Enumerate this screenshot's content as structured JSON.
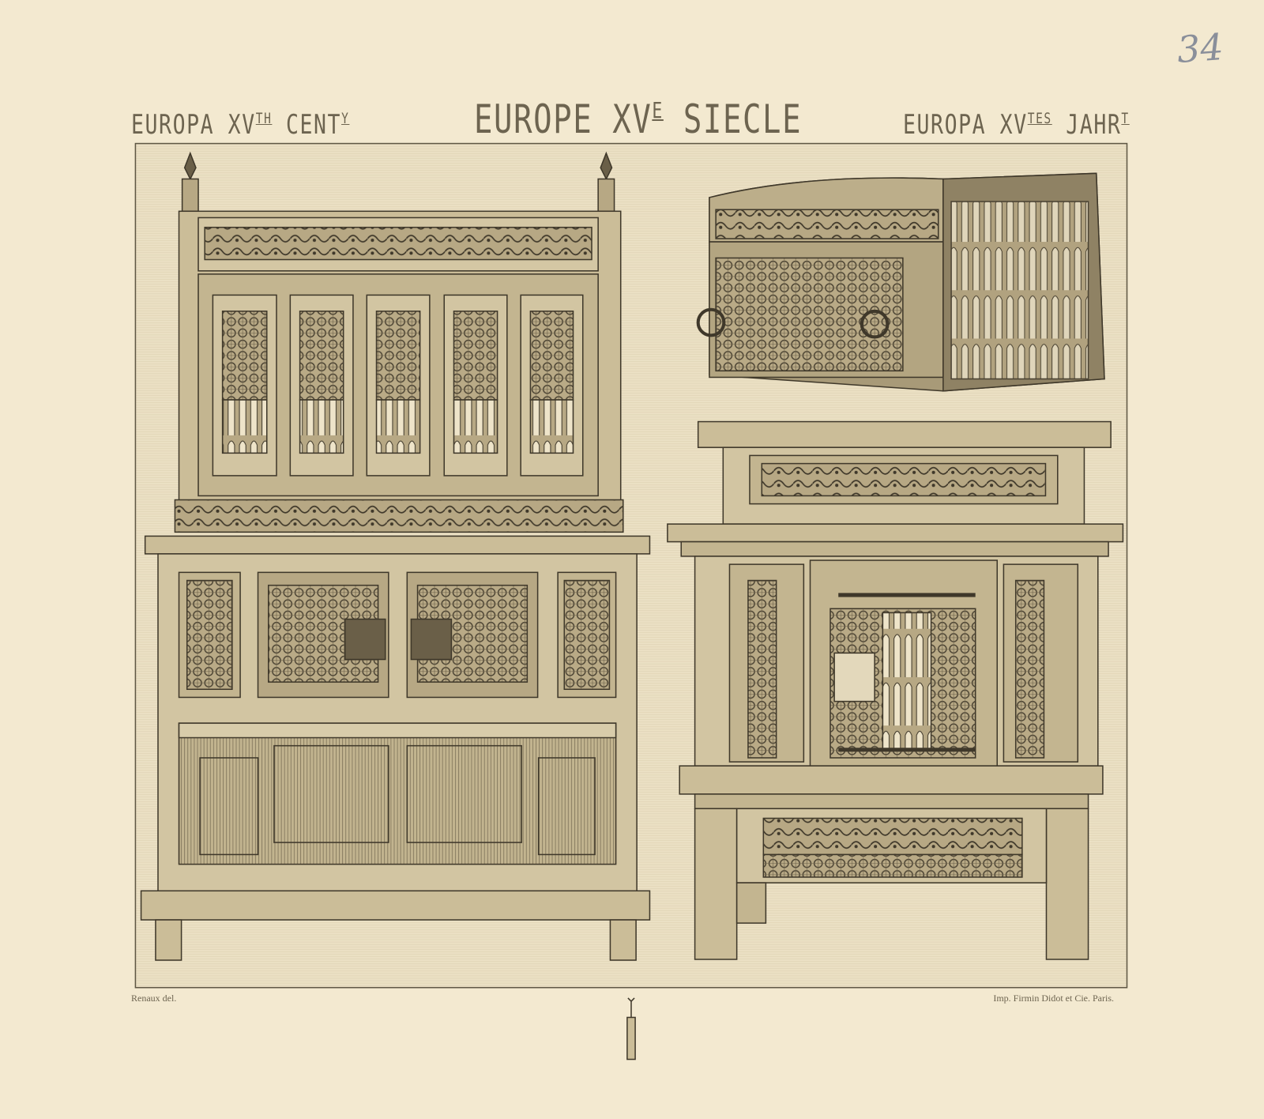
{
  "page_number": "34",
  "titles": {
    "english": {
      "main": "EUROPA XV",
      "sup": "TH",
      "rest": " CENT",
      "sup2": "Y"
    },
    "french": {
      "main": "EUROPE XV",
      "sup": "E",
      "rest": " SIECLE"
    },
    "german": {
      "main": "EUROPA XV",
      "sup": "TES",
      "rest": " JAHR",
      "sup2": "T"
    }
  },
  "credits": {
    "artist": "Renaux del.",
    "printer": "Imp. Firmin Didot et Cie. Paris."
  },
  "colors": {
    "paper": "#f3e9d0",
    "plate": "#ebe0c4",
    "wood": "#cbbd98",
    "ink": "#4a4232"
  }
}
